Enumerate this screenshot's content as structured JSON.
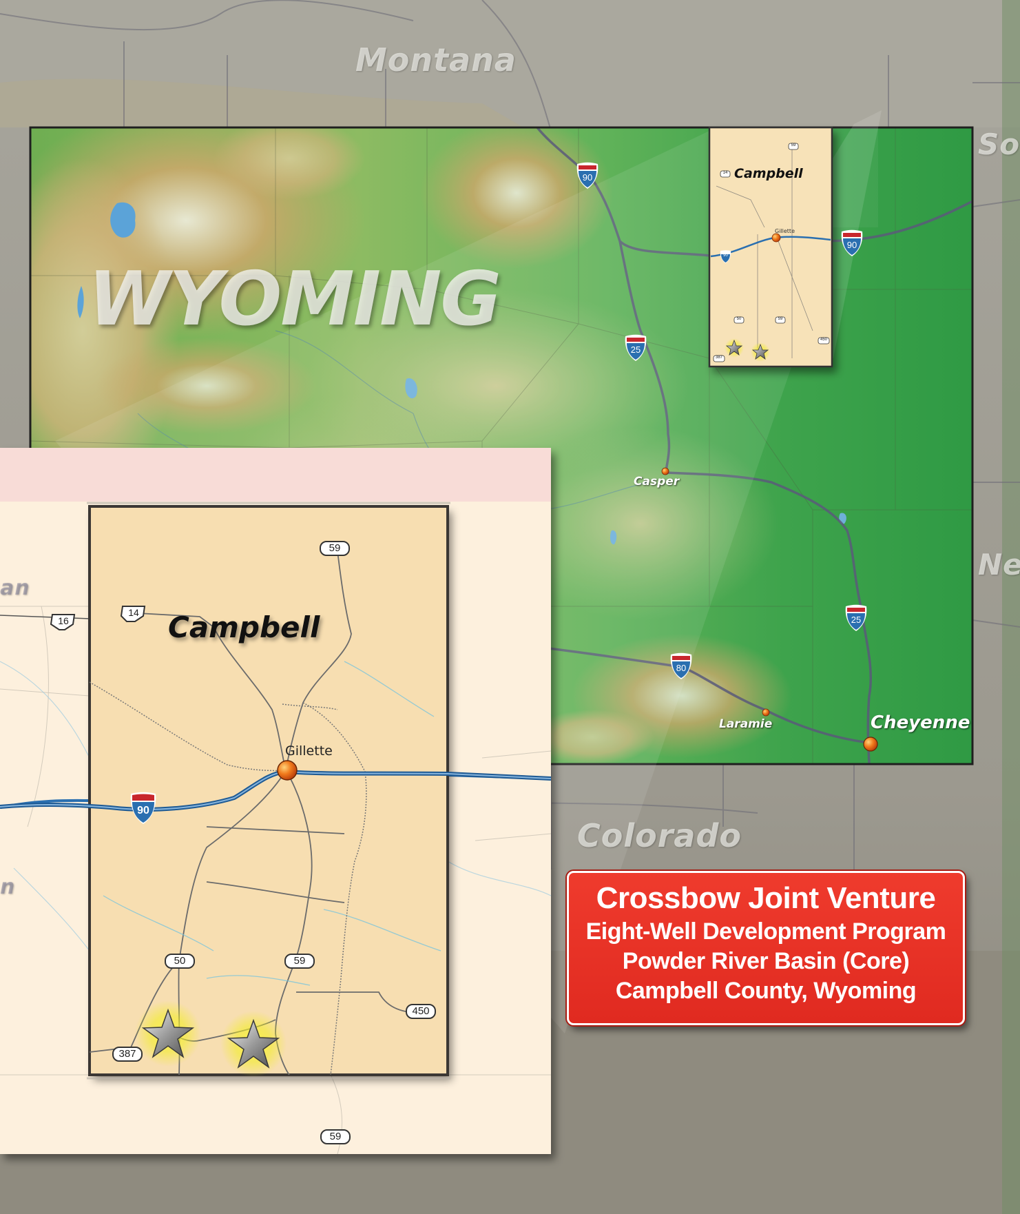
{
  "map": {
    "states": {
      "montana": "Montana",
      "wyoming": "WYOMING",
      "colorado": "Colorado",
      "south_dakota_partial": "So",
      "nebraska_partial": "Ne",
      "idaho_partial_a": "an",
      "idaho_partial_b": "n"
    },
    "cities": {
      "casper": "Casper",
      "laramie": "Laramie",
      "cheyenne": "Cheyenne",
      "gillette": "Gillette"
    },
    "county": {
      "name": "Campbell"
    },
    "shields": {
      "interstate_90": "90",
      "interstate_25": "25",
      "interstate_80": "80",
      "us_14": "14",
      "us_16": "16",
      "route_59": "59",
      "route_50": "50",
      "route_450": "450",
      "route_387": "387"
    },
    "well_sites": 2
  },
  "info_box": {
    "title": "Crossbow Joint Venture",
    "line1": "Eight-Well Development Program",
    "line2": "Powder River Basin (Core)",
    "line3": "Campbell County, Wyoming"
  },
  "colors": {
    "terrain_green": "#3aa14a",
    "terrain_tan": "#d8c48c",
    "county_fill": "#f6deb0",
    "info_red": "#e8322a",
    "interstate_blue": "#2a6fb0",
    "interstate_red": "#c8262d",
    "star_glow": "#f4f000"
  }
}
